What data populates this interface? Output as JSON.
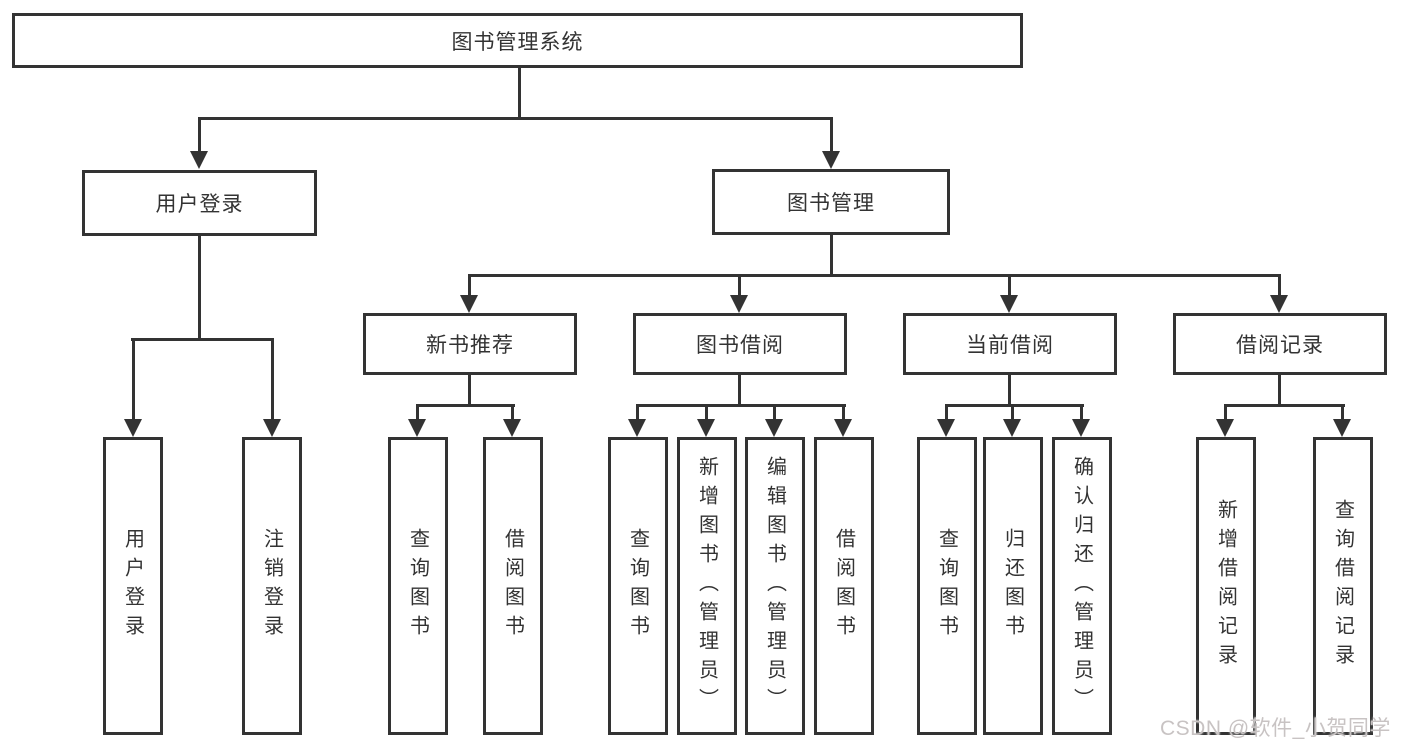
{
  "tree": {
    "root": {
      "label": "图书管理系统"
    },
    "user_login": {
      "label": "用户登录",
      "children": [
        {
          "label": "用户登录"
        },
        {
          "label": "注销登录"
        }
      ]
    },
    "book_mgmt": {
      "label": "图书管理",
      "sections": [
        {
          "label": "新书推荐",
          "children": [
            {
              "label": "查询图书"
            },
            {
              "label": "借阅图书"
            }
          ]
        },
        {
          "label": "图书借阅",
          "children": [
            {
              "label": "查询图书"
            },
            {
              "label": "新增图书（管理员）"
            },
            {
              "label": "编辑图书（管理员）"
            },
            {
              "label": "借阅图书"
            }
          ]
        },
        {
          "label": "当前借阅",
          "children": [
            {
              "label": "查询图书"
            },
            {
              "label": "归还图书"
            },
            {
              "label": "确认归还（管理员）"
            }
          ]
        },
        {
          "label": "借阅记录",
          "children": [
            {
              "label": "新增借阅记录"
            },
            {
              "label": "查询借阅记录"
            }
          ]
        }
      ]
    }
  },
  "watermark": {
    "text": "CSDN @软件_小贺同学"
  },
  "colors": {
    "line": "#333333",
    "text": "#333333",
    "node_fill": "#ffffff",
    "background": "#ffffff",
    "watermark": "#c8c3c3"
  }
}
